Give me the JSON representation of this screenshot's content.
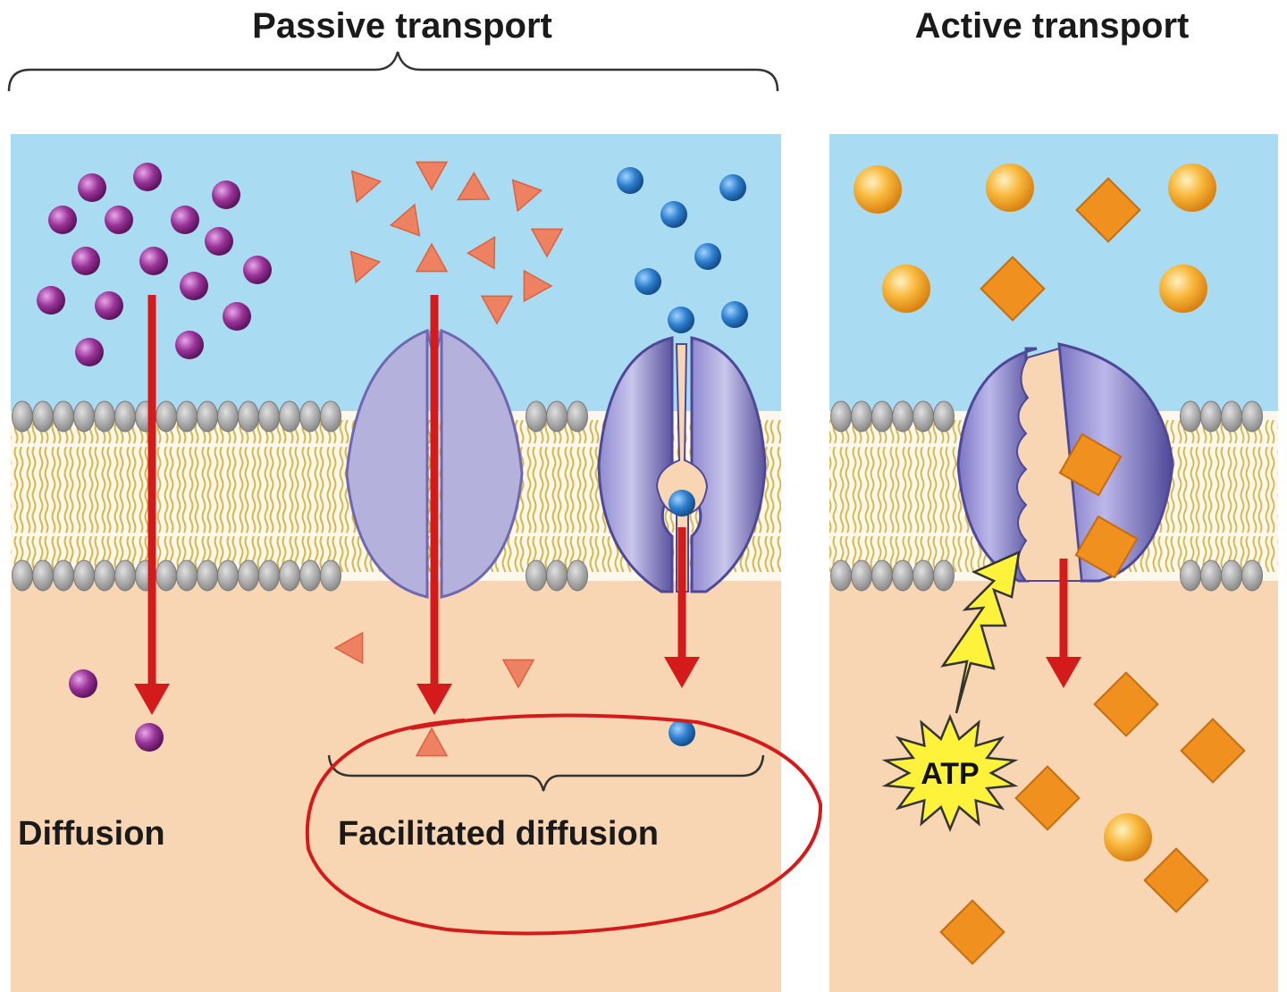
{
  "headings": {
    "passive": "Passive transport",
    "active": "Active transport"
  },
  "labels": {
    "diffusion": "Diffusion",
    "facilitated": "Facilitated diffusion",
    "atp": "ATP"
  },
  "colors": {
    "extracellular": "#a9dcf2",
    "cytoplasm": "#f9d6b3",
    "lipid_head": "#a9a9a9",
    "lipid_tail": "#d8b84a",
    "arrow": "#d41a1a",
    "annotation_circle": "#d41a1a",
    "solute_diffusion": "#8c2a8e",
    "solute_facilitated_triangle": "#ee8162",
    "solute_facilitated_ion": "#2f7fce",
    "solute_active_sphere": "#f6a623",
    "solute_active_cube": "#f0901f",
    "protein_channel": "#b4b1dc",
    "protein_carrier": "#6e68b2",
    "atp_burst": "#fff23a"
  },
  "icons": {
    "diffusion_solute": "purple-sphere-icon",
    "facilitated_solute_a": "salmon-triangle-icon",
    "facilitated_solute_b": "blue-sphere-icon",
    "active_solute_a": "orange-sphere-icon",
    "active_solute_b": "orange-cube-icon",
    "energy": "lightning-bolt-icon"
  }
}
